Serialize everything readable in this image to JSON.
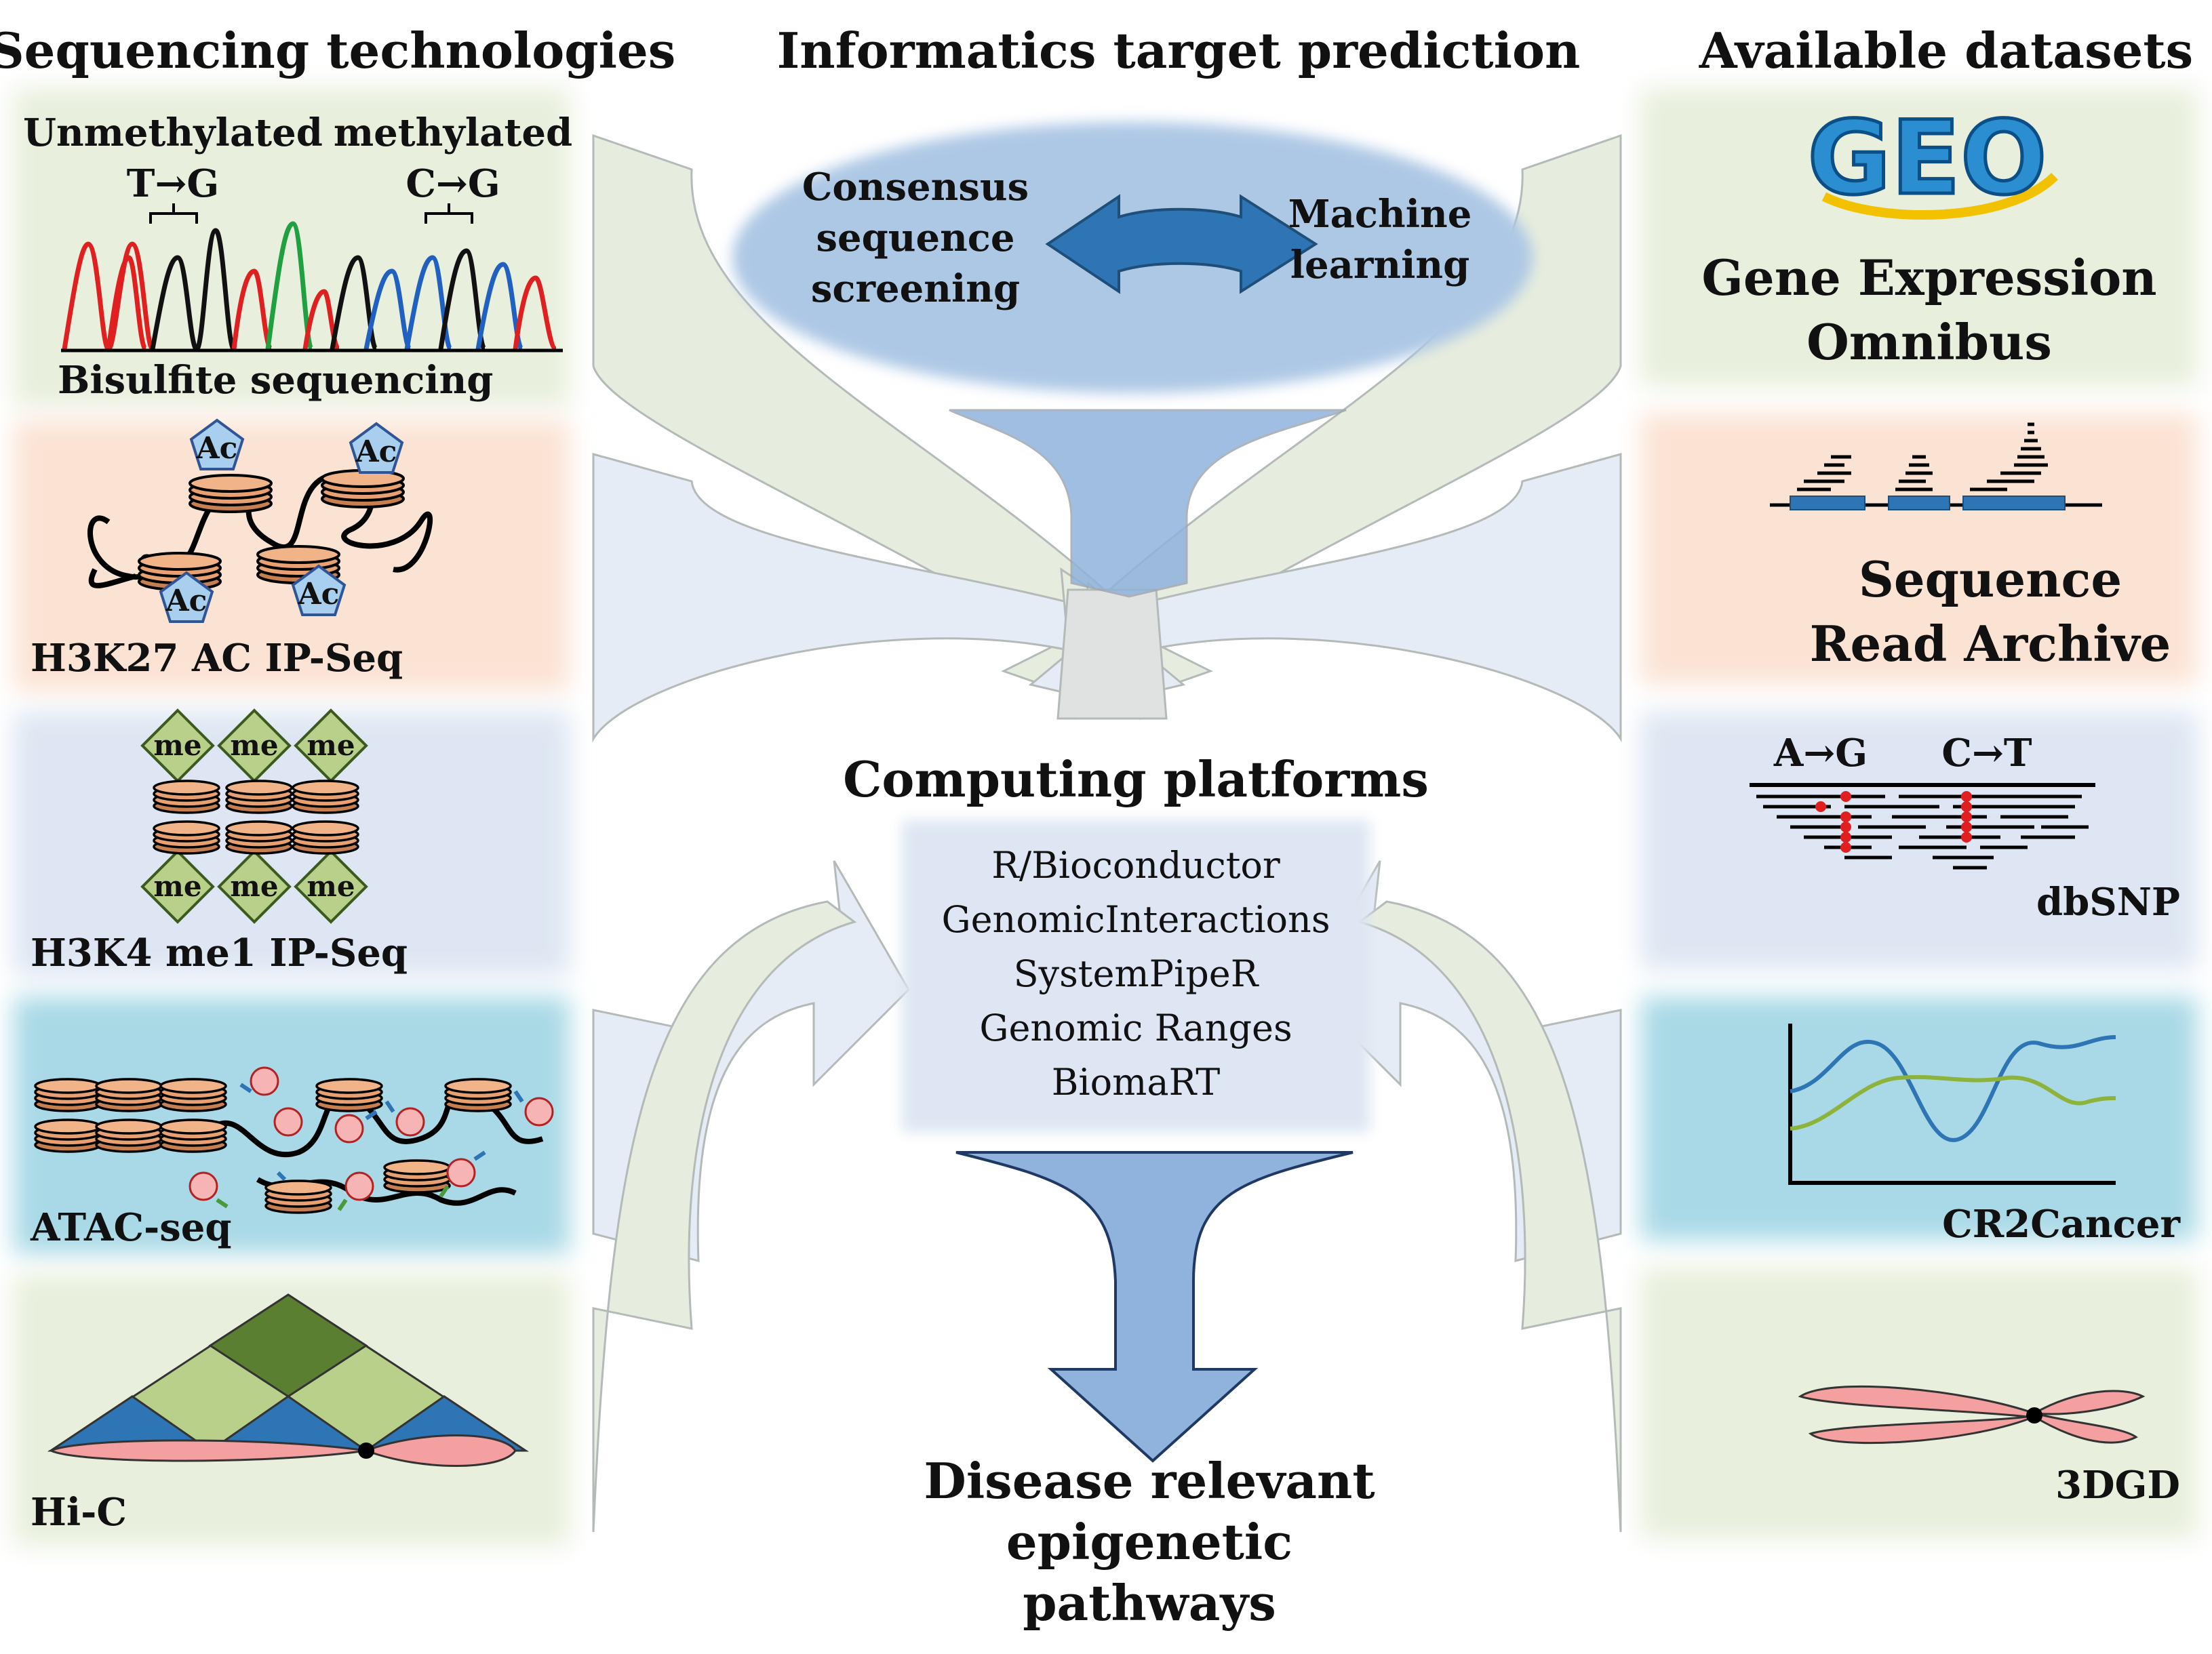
{
  "headers": {
    "left": "Sequencing technologies",
    "center": "Informatics target prediction",
    "right": "Available datasets"
  },
  "left_panels": {
    "bisulfite": {
      "label": "Bisulfite sequencing",
      "unmethylated_label": "Unmethylated",
      "unmethylated_change": "T→G",
      "methylated_label": "methylated",
      "methylated_change": "C→G"
    },
    "h3k27": {
      "label": "H3K27 AC IP-Seq",
      "mark": "Ac"
    },
    "h3k4": {
      "label": "H3K4 me1 IP-Seq",
      "mark": "me"
    },
    "atac": {
      "label": "ATAC-seq"
    },
    "hic": {
      "label": "Hi-C"
    }
  },
  "center": {
    "prediction": {
      "left_method": [
        "Consensus",
        "sequence",
        "screening"
      ],
      "right_method": [
        "Machine",
        "learning"
      ]
    },
    "computing": {
      "title": "Computing platforms",
      "tools": [
        "R/Bioconductor",
        "GenomicInteractions",
        "SystemPipeR",
        "Genomic Ranges",
        "BiomaRT"
      ]
    },
    "outcome": [
      "Disease relevant",
      "epigenetic",
      "pathways"
    ]
  },
  "right_panels": {
    "geo": {
      "logo_text": "GEO",
      "label": [
        "Gene Expression",
        "Omnibus"
      ]
    },
    "sra": {
      "label": [
        "Sequence",
        "Read Archive"
      ]
    },
    "dbsnp": {
      "label": "dbSNP",
      "change_1": "A→G",
      "change_2": "C→T"
    },
    "cr2cancer": {
      "label": "CR2Cancer"
    },
    "3dgd": {
      "label": "3DGD"
    }
  },
  "colors": {
    "panel_green": "#e8efdc",
    "panel_orange": "#fbe3d4",
    "panel_blue": "#dde6f2",
    "panel_cyan": "#a9d9e6",
    "arrow_blue": "#8fb3dc",
    "ellipse_blue": "#adc8e5",
    "double_arrow": "#2e75b6",
    "nucleosome": "#e8a070",
    "green_diamond": "#b8d08a",
    "pentagon": "#a9cfee"
  }
}
